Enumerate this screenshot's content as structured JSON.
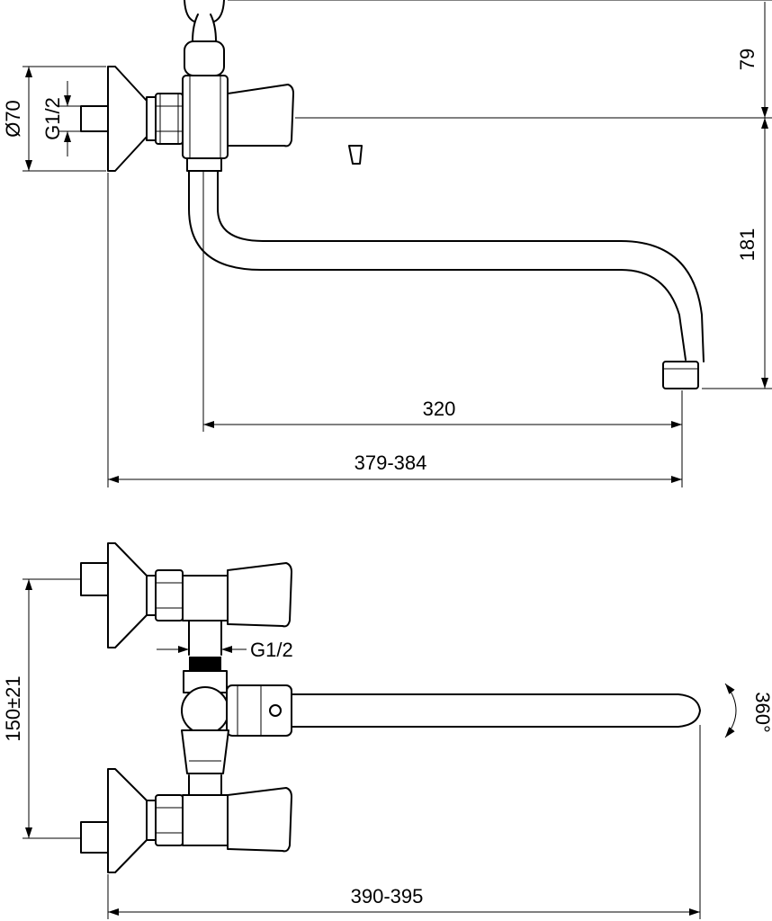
{
  "top_view": {
    "dim_79": "79",
    "dim_181": "181",
    "dim_320": "320",
    "dim_379_384": "379-384",
    "dim_diameter_70": "Ø70",
    "dim_thread": "G1/2"
  },
  "bottom_view": {
    "dim_150_21": "150±21",
    "dim_thread": "G1/2",
    "dim_rotation": "360°",
    "dim_390_395": "390-395"
  }
}
